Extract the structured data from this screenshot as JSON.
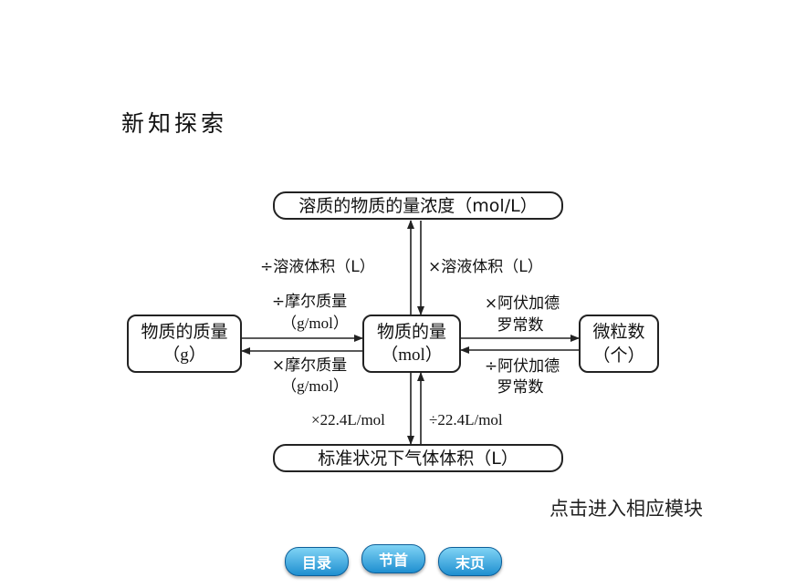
{
  "page_title": "新知探索",
  "nodes": {
    "concentration": "溶质的物质的量浓度（mol/L）",
    "mass_line1": "物质的质量",
    "mass_line2": "（g）",
    "amount_line1": "物质的量",
    "amount_line2": "（mol）",
    "particles_line1": "微粒数",
    "particles_line2": "（个）",
    "gas_volume": "标准状况下气体体积（L）"
  },
  "edges": {
    "conc_to_amount": "×溶液体积（L）",
    "amount_to_conc": "÷溶液体积（L）",
    "mass_to_amount_1": "÷摩尔质量",
    "mass_to_amount_2": "（g/mol）",
    "amount_to_mass_1": "×摩尔质量",
    "amount_to_mass_2": "（g/mol）",
    "amount_to_particles_1": "×阿伏加德",
    "amount_to_particles_2": "罗常数",
    "particles_to_amount_1": "÷阿伏加德",
    "particles_to_amount_2": "罗常数",
    "amount_to_gas": "×22.4L/mol",
    "gas_to_amount": "÷22.4L/mol"
  },
  "hint": "点击进入相应模块",
  "nav": {
    "contents": "目录",
    "section_start": "节首",
    "last_page": "末页"
  }
}
